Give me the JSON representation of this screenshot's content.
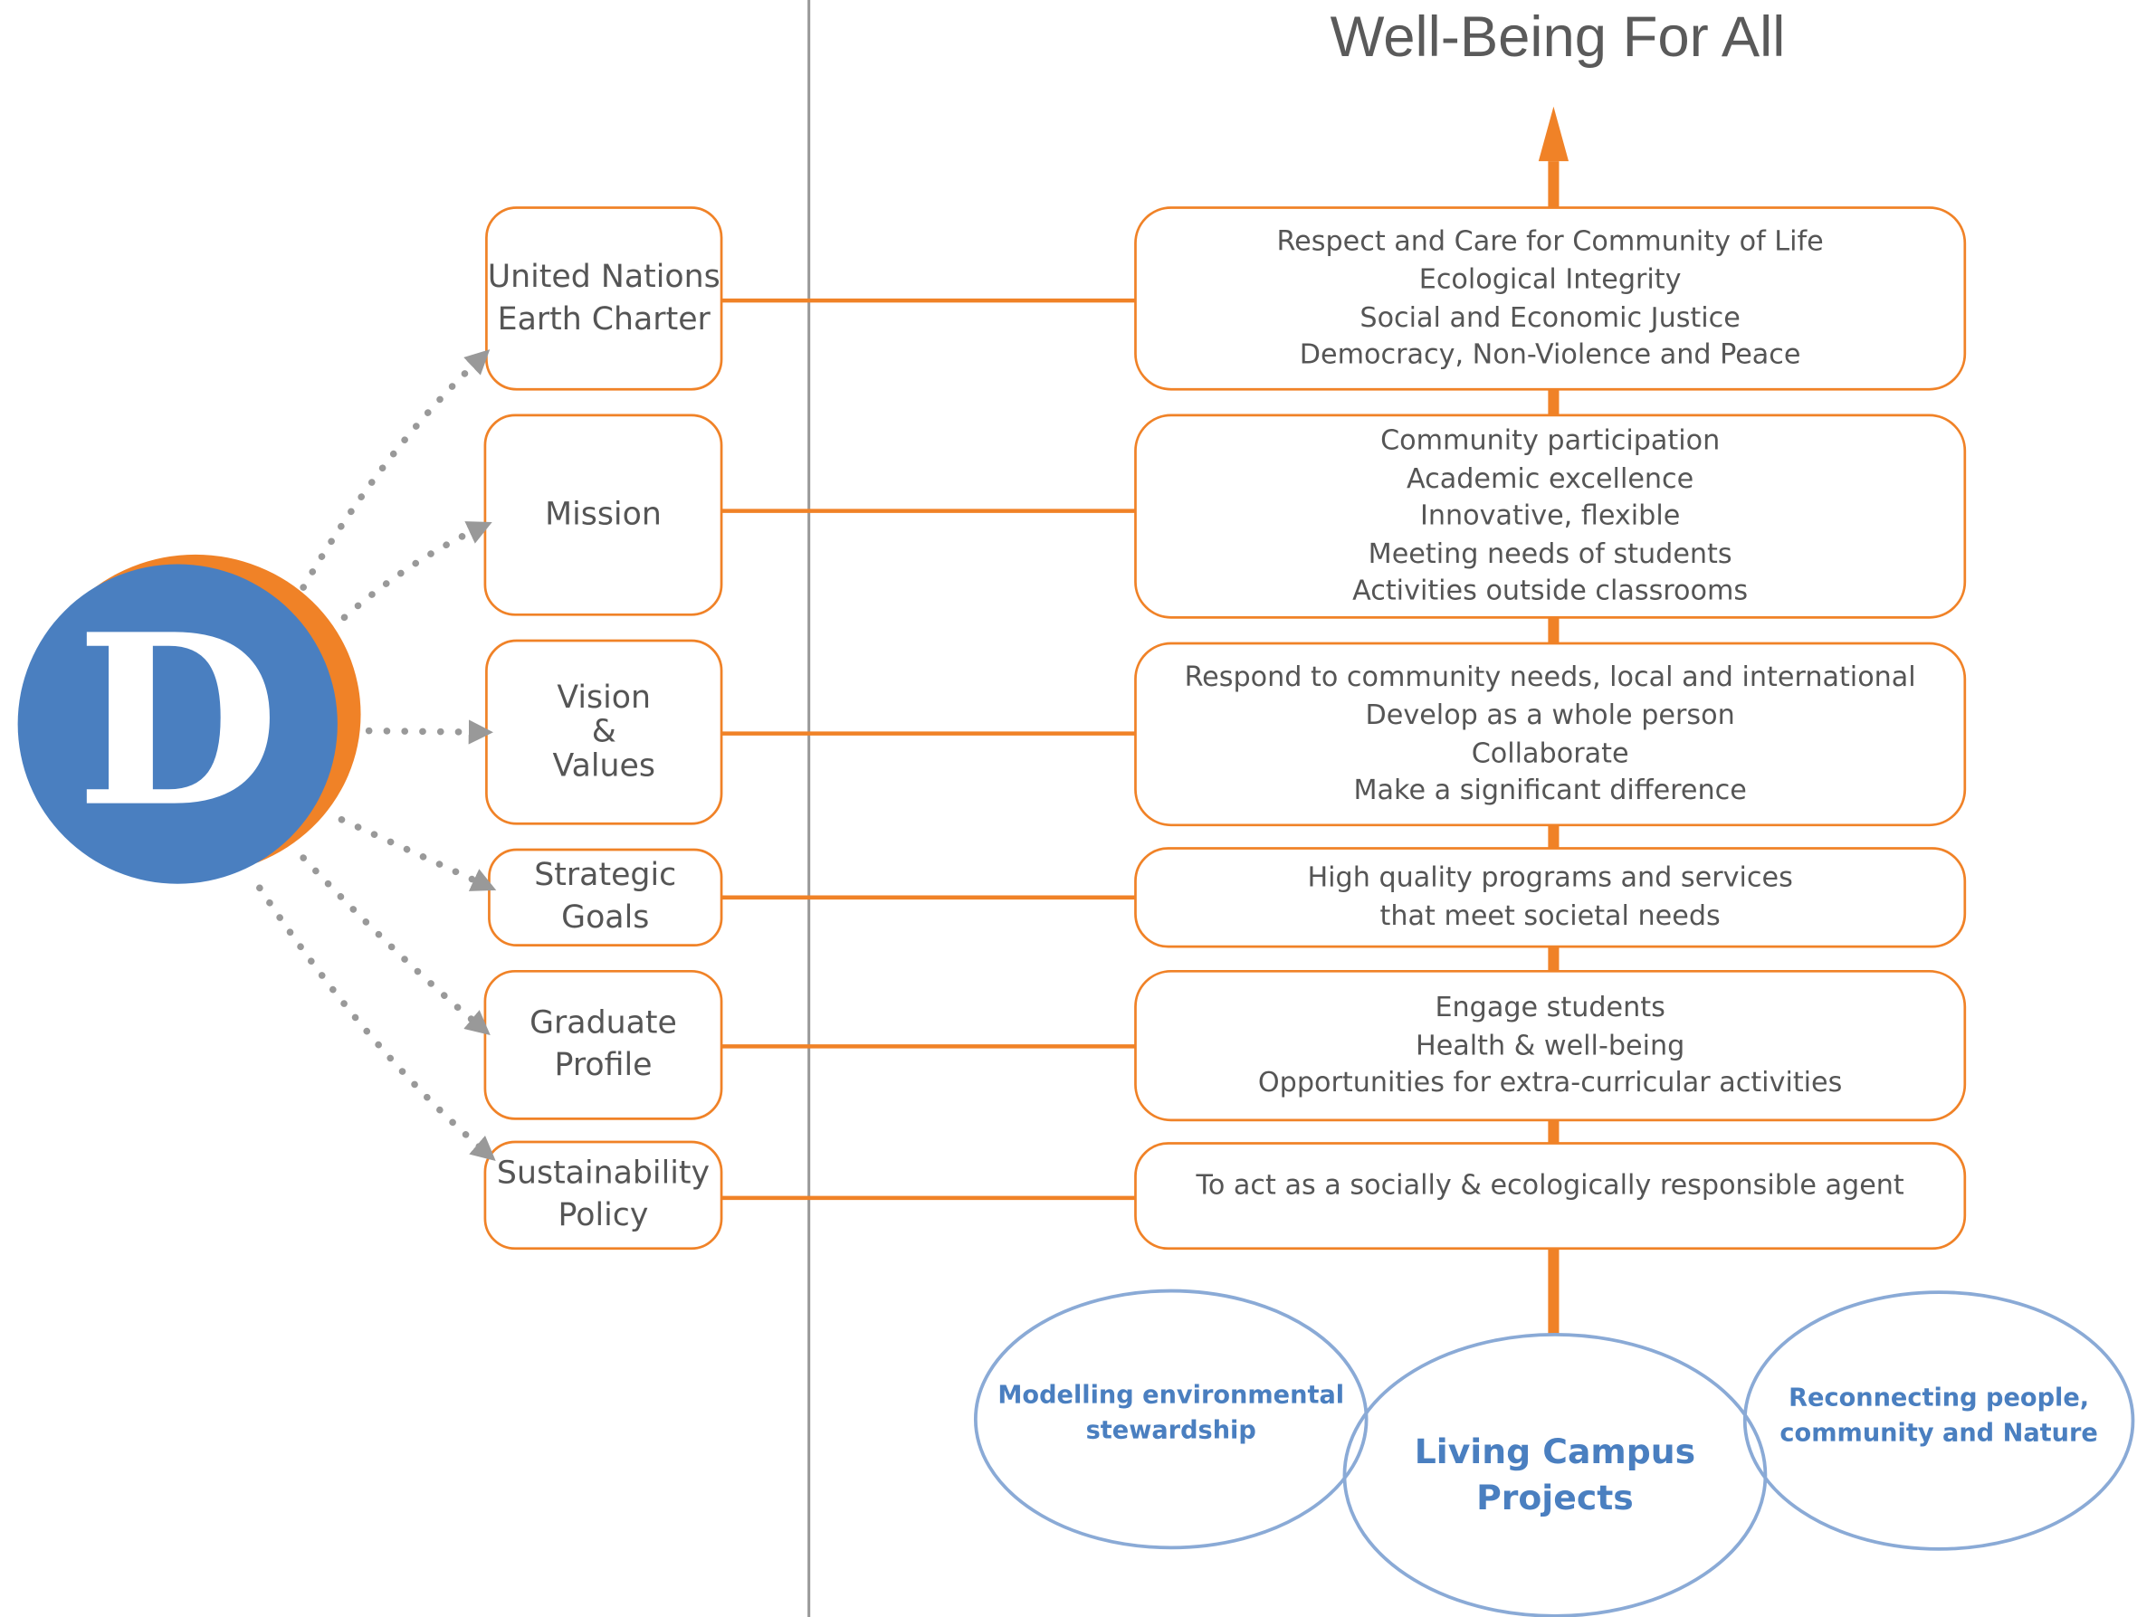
{
  "title": "Well-Being For All",
  "logo": {
    "letter": "D",
    "color": "#4a7fc0",
    "accent": "#f08227"
  },
  "colors": {
    "orange": "#f08227",
    "blue": "#4a7fc0",
    "circle_outline": "#8aaad6",
    "gray": "#999999",
    "text": "#555555"
  },
  "left_boxes": [
    {
      "lines": [
        "United Nations",
        "Earth Charter"
      ]
    },
    {
      "lines": [
        "Mission"
      ]
    },
    {
      "lines": [
        "Vision",
        "&",
        "Values"
      ]
    },
    {
      "lines": [
        "Strategic",
        "Goals"
      ]
    },
    {
      "lines": [
        "Graduate",
        "Profile"
      ]
    },
    {
      "lines": [
        "Sustainability",
        "Policy"
      ]
    }
  ],
  "value_boxes": [
    {
      "lines": [
        "Respect and Care for Community of Life",
        "Ecological Integrity",
        "Social and Economic Justice",
        "Democracy, Non-Violence and Peace"
      ]
    },
    {
      "lines": [
        "Community participation",
        "Academic excellence",
        "Innovative, flexible",
        "Meeting needs of students",
        "Activities outside classrooms"
      ]
    },
    {
      "lines": [
        "Respond to community needs, local and international",
        "Develop as a whole person",
        "Collaborate",
        "Make a significant difference"
      ]
    },
    {
      "lines": [
        "High quality programs and services",
        "that meet societal needs"
      ]
    },
    {
      "lines": [
        "Engage students",
        "Health & well-being",
        "Opportunities for extra-curricular activities"
      ]
    },
    {
      "lines": [
        "To act as a socially & ecologically responsible agent"
      ]
    }
  ],
  "circles": {
    "left": {
      "lines": [
        "Modelling environmental",
        "stewardship"
      ]
    },
    "center": {
      "lines": [
        "Living Campus",
        "Projects"
      ]
    },
    "right": {
      "lines": [
        "Reconnecting people,",
        "community and Nature"
      ]
    }
  }
}
